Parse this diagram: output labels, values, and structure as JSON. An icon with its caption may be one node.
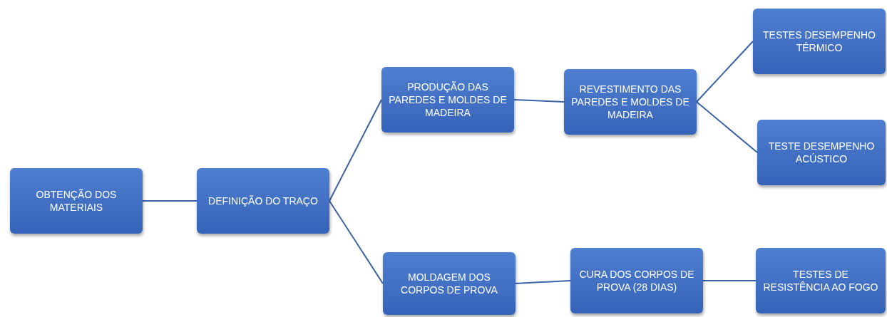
{
  "diagram": {
    "nodes": [
      {
        "text": [
          "OBTENÇÃO DOS MATERIAIS"
        ]
      },
      {
        "text": [
          "DEFINIÇÃO DO TRAÇO"
        ]
      },
      {
        "text": [
          "PRODUÇÃO DAS PAREDES E MOLDES DE MADEIRA"
        ]
      },
      {
        "text": [
          "MOLDAGEM DOS CORPOS DE PROVA"
        ]
      },
      {
        "text": [
          "REVESTIMENTO DAS PAREDES E MOLDES DE MADEIRA"
        ]
      },
      {
        "text": [
          "CURA DOS CORPOS DE PROVA (28 DIAS)"
        ]
      },
      {
        "text": [
          "TESTES DESEMPENHO TÉRMICO"
        ]
      },
      {
        "text": [
          "TESTE DESEMPENHO ACÚSTICO"
        ]
      },
      {
        "text": [
          "TESTES DE RESISTÊNCIA AO FOGO"
        ]
      }
    ],
    "edges": [
      {
        "from": 0,
        "to": 1,
        "arrow": "none"
      },
      {
        "from": 1,
        "to": 2,
        "arrow": "none"
      },
      {
        "from": 1,
        "to": 3,
        "arrow": "none"
      },
      {
        "from": 2,
        "to": 4,
        "arrow": "none"
      },
      {
        "from": 3,
        "to": 5,
        "arrow": "none"
      },
      {
        "from": 4,
        "to": 6,
        "arrow": "none"
      },
      {
        "from": 4,
        "to": 7,
        "arrow": "none"
      },
      {
        "from": 5,
        "to": 8,
        "arrow": "none"
      }
    ]
  }
}
